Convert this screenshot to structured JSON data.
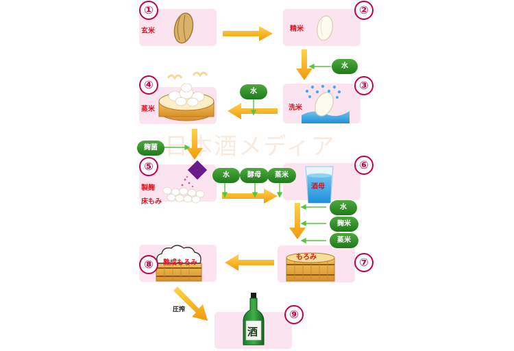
{
  "watermark": "日本酒メディア",
  "steps": [
    {
      "num": "①",
      "label": "玄米"
    },
    {
      "num": "②",
      "label": "精米"
    },
    {
      "num": "③",
      "label": "洗米"
    },
    {
      "num": "④",
      "label": "蒸米"
    },
    {
      "num": "⑤",
      "label_1": "製麹",
      "label_2": "床もみ"
    },
    {
      "num": "⑥",
      "label": "酒母"
    },
    {
      "num": "⑦",
      "label": "もろみ"
    },
    {
      "num": "⑧",
      "label": "熟成もろみ"
    },
    {
      "num": "⑨",
      "bottle_text": "酒"
    }
  ],
  "inputs": {
    "to_3": [
      "水"
    ],
    "to_4": [
      "水"
    ],
    "to_5": [
      "麹菌"
    ],
    "to_6": [
      "水",
      "酵母",
      "蒸米"
    ],
    "to_7": [
      "水",
      "麹米",
      "蒸米"
    ]
  },
  "press_label": "圧搾",
  "colors": {
    "box": "#fbe3ef",
    "number": "#c4004c",
    "label": "#e8101b",
    "pill": "#2e8b24",
    "arrow": "#f3a712"
  }
}
